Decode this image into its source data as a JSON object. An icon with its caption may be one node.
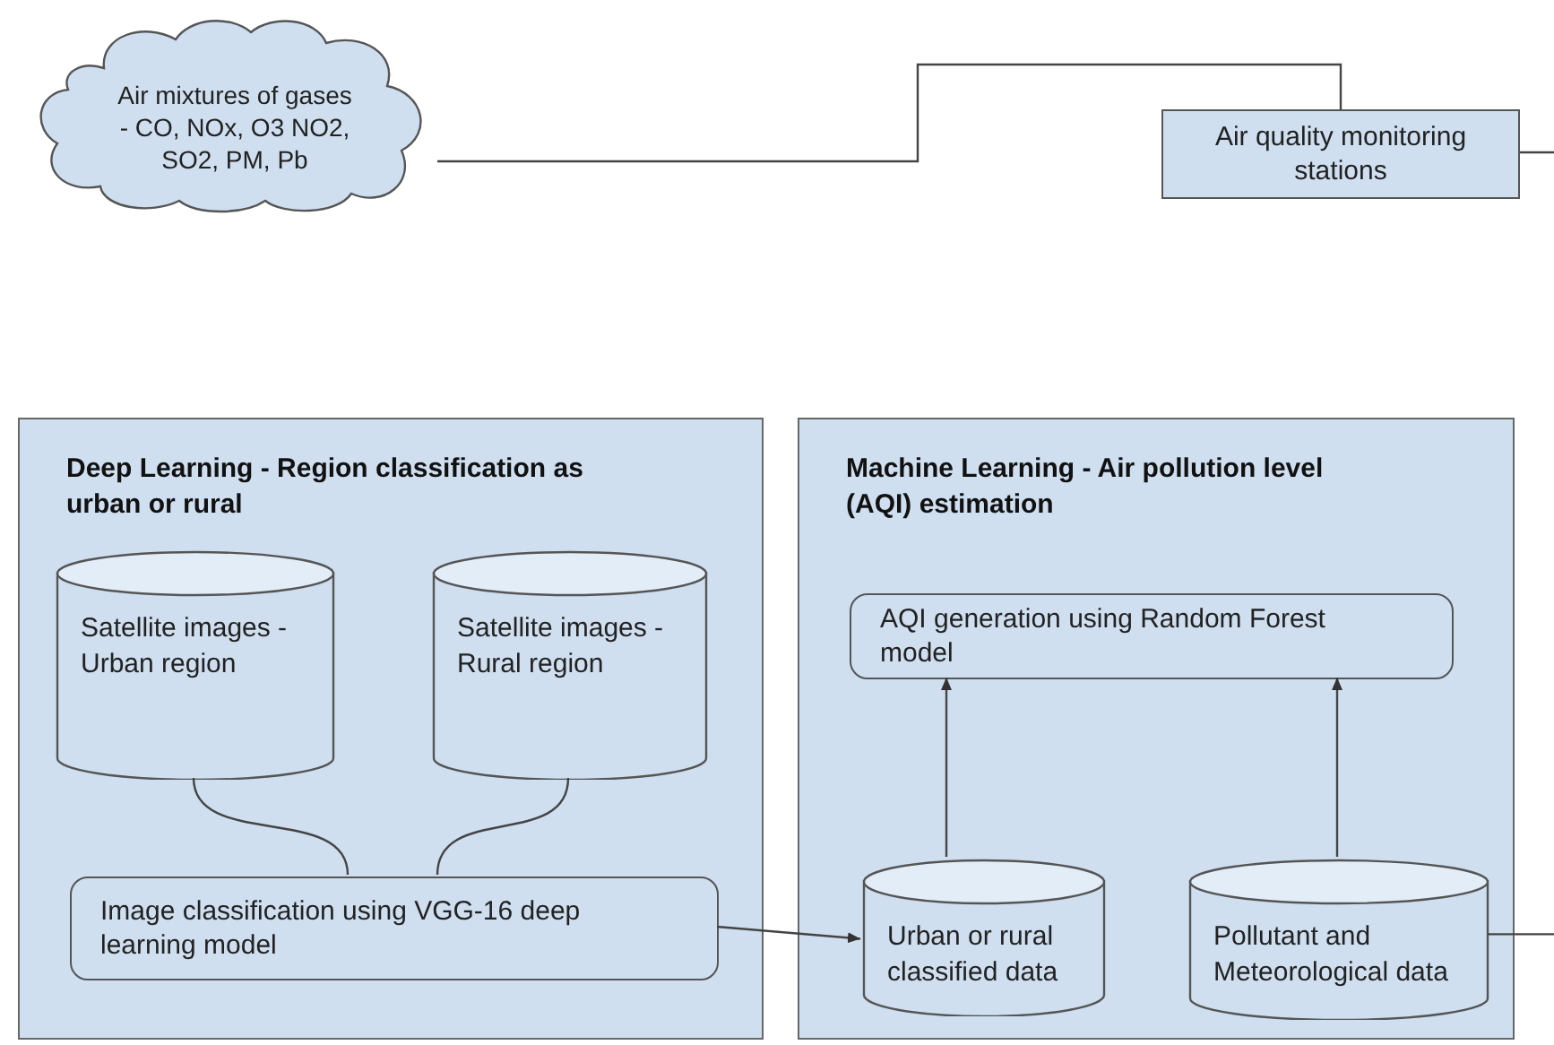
{
  "diagram": {
    "nodes": [
      {
        "text": [
          "Air mixtures of gases - CO, NOx, O3 NO2, SO2, PM, Pb"
        ]
      },
      {
        "text": [
          "Air quality monitoring stations"
        ]
      },
      {
        "text": [
          "Deep Learning - Region classification as urban or rural"
        ]
      },
      {
        "text": [
          "Satellite images - Urban region"
        ],
        "in": 2
      },
      {
        "text": [
          "Satellite images - Rural region"
        ],
        "in": 2
      },
      {
        "text": [
          "Image classification using VGG-16 deep learning model"
        ],
        "in": 2
      },
      {
        "text": [
          "Machine Learning - Air pollution level (AQI) estimation"
        ]
      },
      {
        "text": [
          "AQI generation using Random Forest model"
        ],
        "in": 6
      },
      {
        "text": [
          "Urban or rural classified data"
        ],
        "in": 6
      },
      {
        "text": [
          "Pollutant and Meteorological data"
        ],
        "in": 6
      }
    ],
    "edges": [
      {
        "from": 0,
        "to": 1,
        "arrow": "none"
      },
      {
        "from": 1,
        "to": null,
        "arrow": "none"
      },
      {
        "from": 3,
        "to": 5,
        "arrow": "none"
      },
      {
        "from": 4,
        "to": 5,
        "arrow": "none"
      },
      {
        "from": 5,
        "to": 8,
        "arrow": "to"
      },
      {
        "from": 8,
        "to": 7,
        "arrow": "to"
      },
      {
        "from": 9,
        "to": 7,
        "arrow": "to"
      },
      {
        "from": 9,
        "to": null,
        "arrow": "none"
      }
    ]
  }
}
